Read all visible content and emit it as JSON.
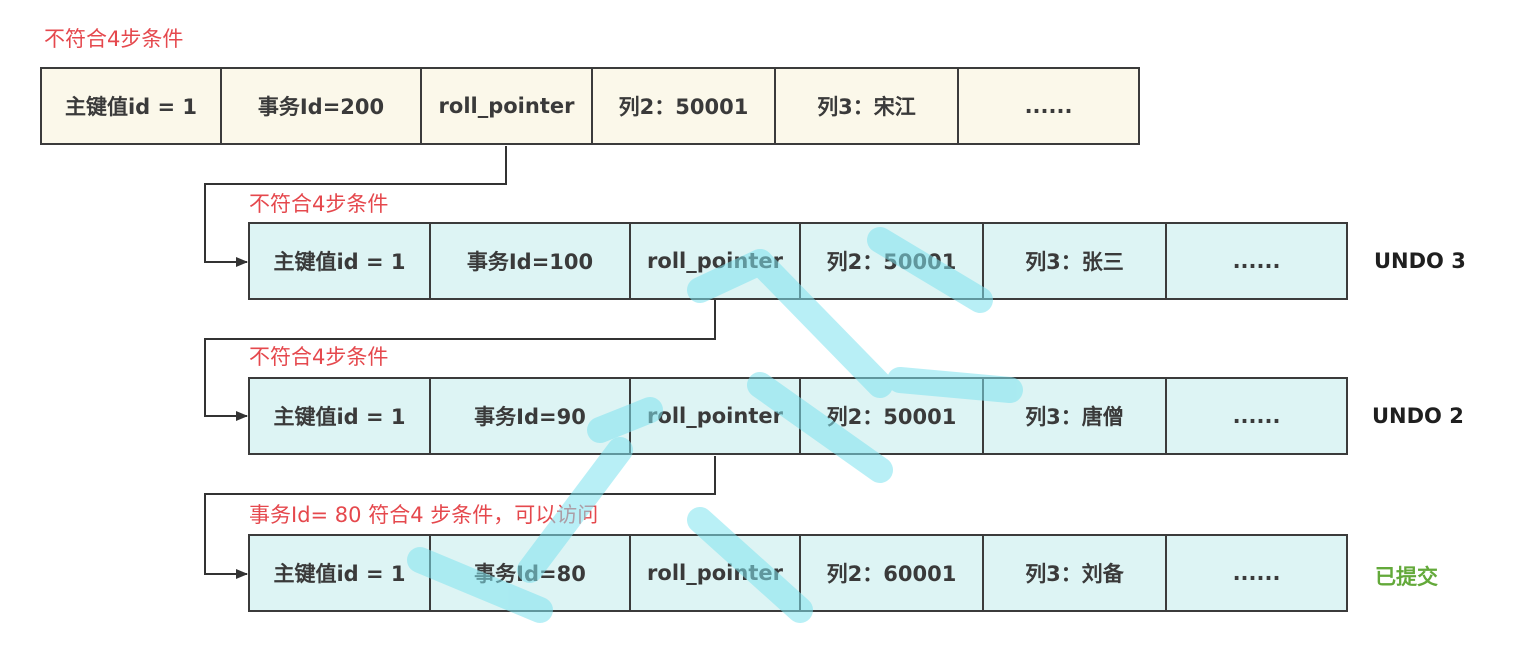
{
  "diagram": {
    "rows": [
      {
        "note": "不符合4步条件",
        "cells": [
          "主键值id = 1",
          "事务Id=200",
          "roll_pointer",
          "列2：50001",
          "列3：宋江",
          "......"
        ],
        "tag": ""
      },
      {
        "note": "不符合4步条件",
        "cells": [
          "主键值id = 1",
          "事务Id=100",
          "roll_pointer",
          "列2：50001",
          "列3：张三",
          "......"
        ],
        "tag": "UNDO 3"
      },
      {
        "note": "不符合4步条件",
        "cells": [
          "主键值id = 1",
          "事务Id=90",
          "roll_pointer",
          "列2：50001",
          "列3：唐僧",
          "......"
        ],
        "tag": "UNDO 2"
      },
      {
        "note": "事务Id= 80 符合4 步条件，可以访问",
        "cells": [
          "主键值id = 1",
          "事务Id=80",
          "roll_pointer",
          "列2：60001",
          "列3：刘备",
          "......"
        ],
        "tag": "已提交"
      }
    ],
    "colors": {
      "note": "#e5484d",
      "head_fill": "#fbf8ea",
      "undo_fill": "#ddf4f4",
      "committed": "#63a93a",
      "watermark": "#7fe3ef"
    }
  }
}
